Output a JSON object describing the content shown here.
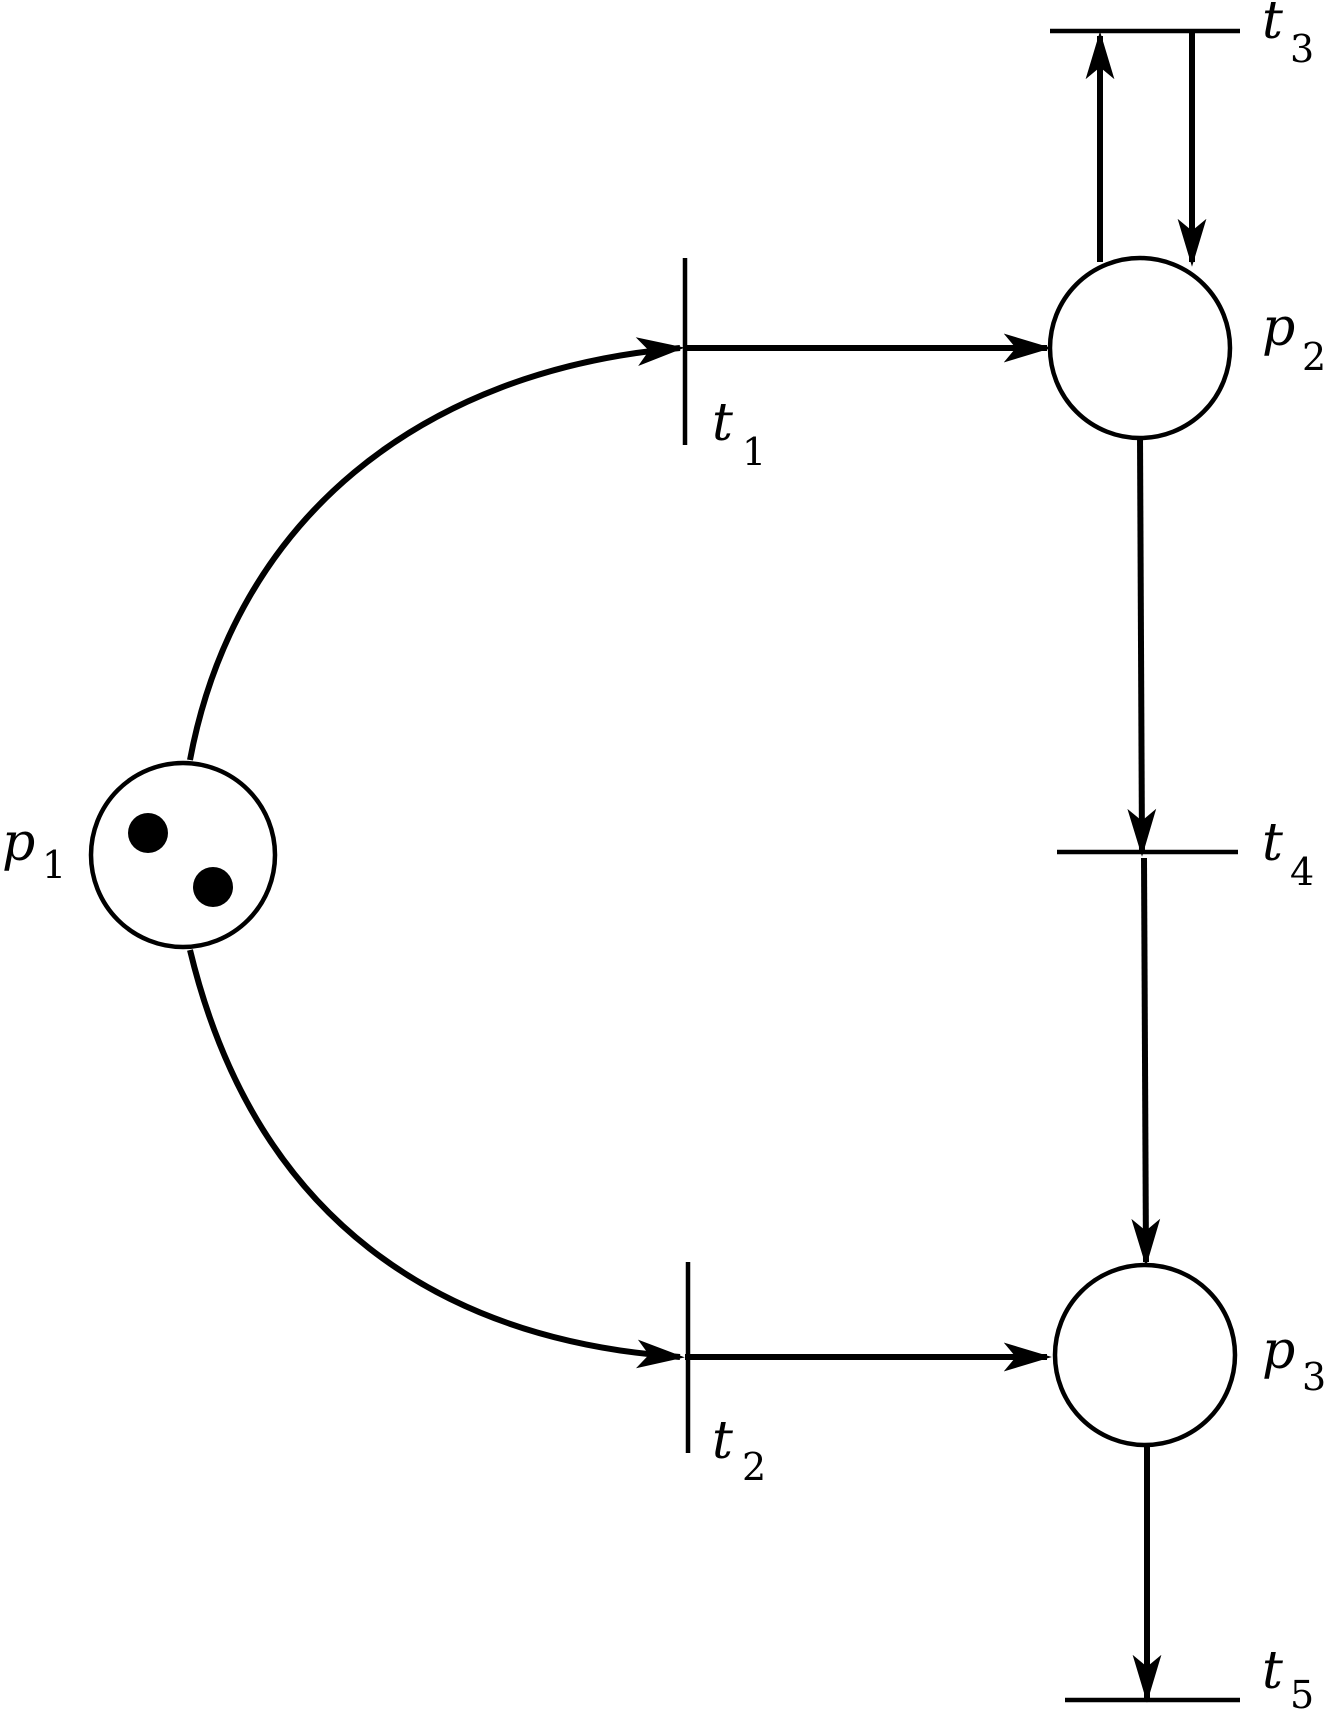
{
  "places": [
    {
      "id": "p1",
      "label": "p",
      "subscript": "1",
      "tokens": 2
    },
    {
      "id": "p2",
      "label": "p",
      "subscript": "2",
      "tokens": 0
    },
    {
      "id": "p3",
      "label": "p",
      "subscript": "3",
      "tokens": 0
    }
  ],
  "transitions": [
    {
      "id": "t1",
      "label": "t",
      "subscript": "1"
    },
    {
      "id": "t2",
      "label": "t",
      "subscript": "2"
    },
    {
      "id": "t3",
      "label": "t",
      "subscript": "3"
    },
    {
      "id": "t4",
      "label": "t",
      "subscript": "4"
    },
    {
      "id": "t5",
      "label": "t",
      "subscript": "5"
    }
  ],
  "arcs": [
    {
      "from": "p1",
      "to": "t1"
    },
    {
      "from": "t1",
      "to": "p2"
    },
    {
      "from": "p1",
      "to": "t2"
    },
    {
      "from": "t2",
      "to": "p3"
    },
    {
      "from": "p2",
      "to": "t3"
    },
    {
      "from": "t3",
      "to": "p2"
    },
    {
      "from": "p2",
      "to": "t4"
    },
    {
      "from": "t4",
      "to": "p3"
    },
    {
      "from": "p3",
      "to": "t5"
    }
  ]
}
